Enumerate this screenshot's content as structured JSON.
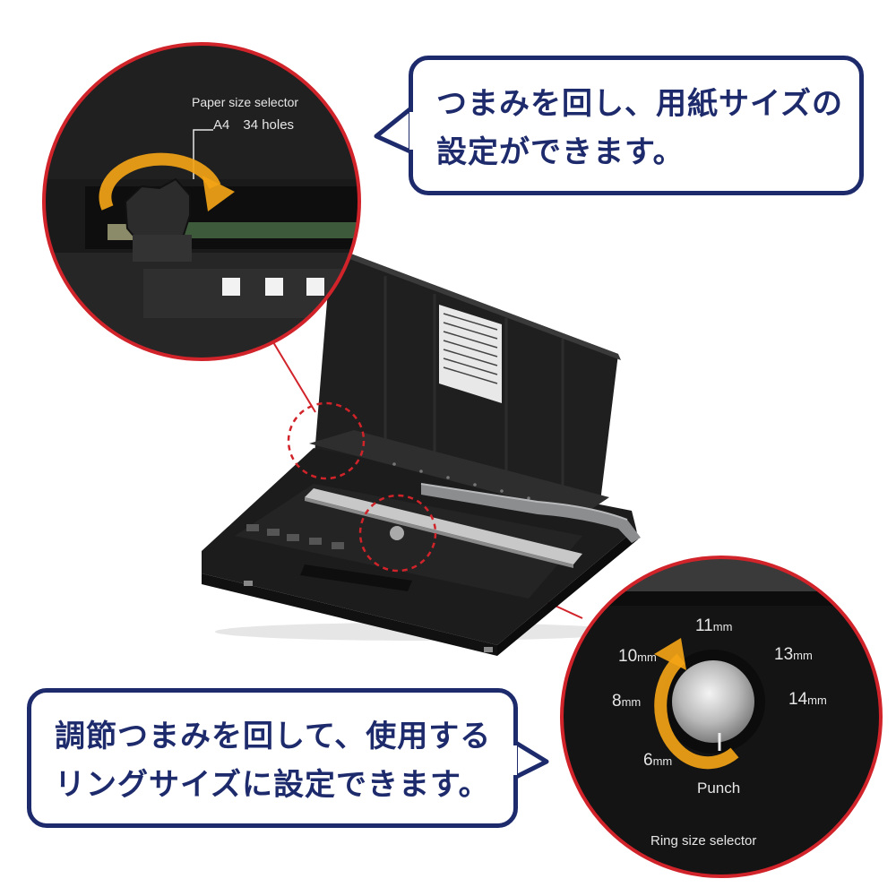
{
  "callouts": {
    "top": [
      "つまみを回し、用紙サイズの",
      "設定ができます。"
    ],
    "bottom": [
      "調節つまみを回して、使用する",
      "リングサイズに設定できます。"
    ]
  },
  "paper_selector": {
    "title": "Paper size selector",
    "value": "A4　34 holes"
  },
  "ring_selector": {
    "title": "Ring size selector",
    "punch_label": "Punch",
    "sizes": [
      {
        "num": "6",
        "unit": "mm"
      },
      {
        "num": "8",
        "unit": "mm"
      },
      {
        "num": "10",
        "unit": "mm"
      },
      {
        "num": "11",
        "unit": "mm"
      },
      {
        "num": "13",
        "unit": "mm"
      },
      {
        "num": "14",
        "unit": "mm"
      }
    ]
  },
  "colors": {
    "navy": "#1d2a6b",
    "red": "#d1232a",
    "orange": "#f2a316",
    "machine": "#1a1a1a"
  }
}
